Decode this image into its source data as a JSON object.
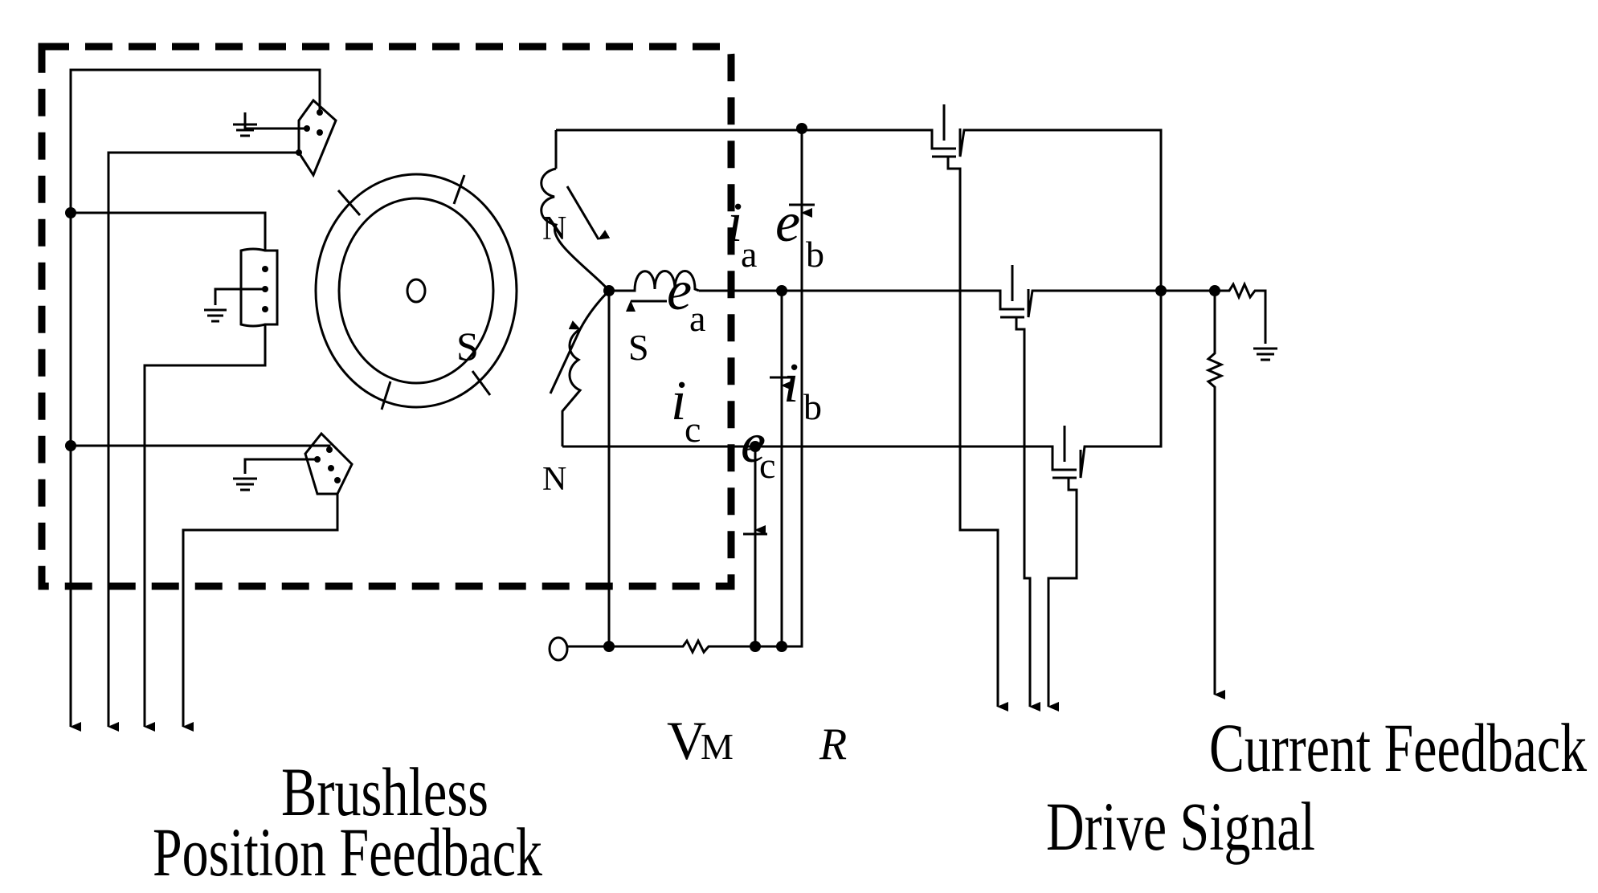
{
  "labels": {
    "N_top": "N",
    "N_bottom": "N",
    "S_rotor": "S",
    "S_winding": "S",
    "ia": "i",
    "ia_sub": "a",
    "ib": "i",
    "ib_sub": "b",
    "ic": "i",
    "ic_sub": "c",
    "ea": "e",
    "ea_sub": "a",
    "eb": "e",
    "eb_sub": "b",
    "ec": "e",
    "ec_sub": "c",
    "vm": "V",
    "vm_sub": "M",
    "r": "R"
  },
  "captions": {
    "brushless": "Brushless",
    "position_feedback": "Position Feedback",
    "current_feedback": "Current Feedback",
    "drive_signal": "Drive Signal"
  }
}
